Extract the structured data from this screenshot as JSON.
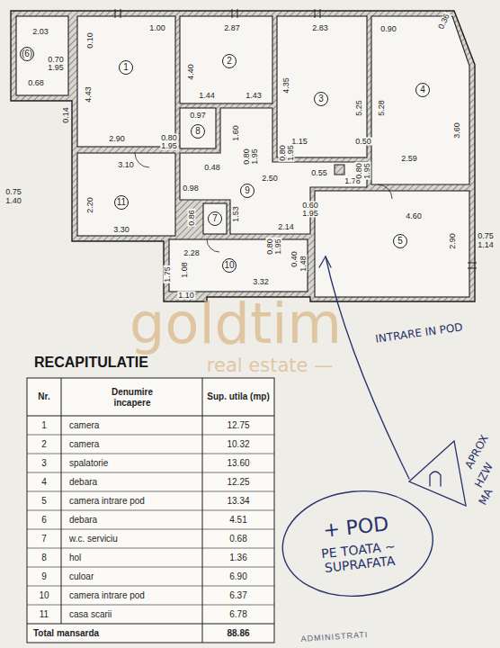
{
  "diagram": {
    "title": "RECAPITULATIE",
    "nodes": [
      {
        "text": [
          "+ POD",
          "PE TOATA ~ SUPRAFATA"
        ]
      }
    ],
    "labels": [
      "1",
      "2",
      "3",
      "4",
      "5",
      "(6)",
      "7",
      "8",
      "9",
      "10",
      "11",
      "2.03",
      "0.70",
      "1.95",
      "0.68",
      "0.14",
      "0.10",
      "1.00",
      "2.87",
      "2.83",
      "0.90",
      "0.36",
      "4.43",
      "4.40",
      "4.35",
      "5.25",
      "5.28",
      "3.60",
      "1.44",
      "1.43",
      "1.60",
      "0.97",
      "0.80",
      "1.95",
      "2.90",
      "3.10",
      "0.48",
      "0.98",
      "2.50",
      "1.15",
      "0.55",
      "0.50",
      "1.78",
      "2.59",
      "0.80",
      "1.95",
      "0.80",
      "1.95",
      "0.80",
      "1.95",
      "4.60",
      "2.90",
      "0.75",
      "1.14",
      "0.75",
      "1.40",
      "2.20",
      "3.30",
      "0.86",
      "1.53",
      "0.60",
      "1.95",
      "2.14",
      "2.28",
      "0.80",
      "1.95",
      "0.40",
      "3.32",
      "1.48",
      "1.08",
      "1.75",
      "1.10",
      "Nr.",
      "Denumire incapere",
      "Sup. utila (mp)",
      "1",
      "camera",
      "12.75",
      "2",
      "camera",
      "10.32",
      "3",
      "spalatorie",
      "13.60",
      "4",
      "debara",
      "12.25",
      "5",
      "camera intrare pod",
      "13.34",
      "6",
      "debara",
      "4.51",
      "7",
      "w.c. serviciu",
      "0.68",
      "8",
      "hol",
      "1.36",
      "9",
      "culoar",
      "6.90",
      "10",
      "camera intrare pod",
      "6.37",
      "11",
      "casa scarii",
      "6.78",
      "Total mansarda",
      "88.86",
      "INTRARE IN POD",
      "APROX",
      "HZW",
      "MA",
      "ADMINISTRATI",
      "goldtim",
      "real estate —"
    ]
  }
}
